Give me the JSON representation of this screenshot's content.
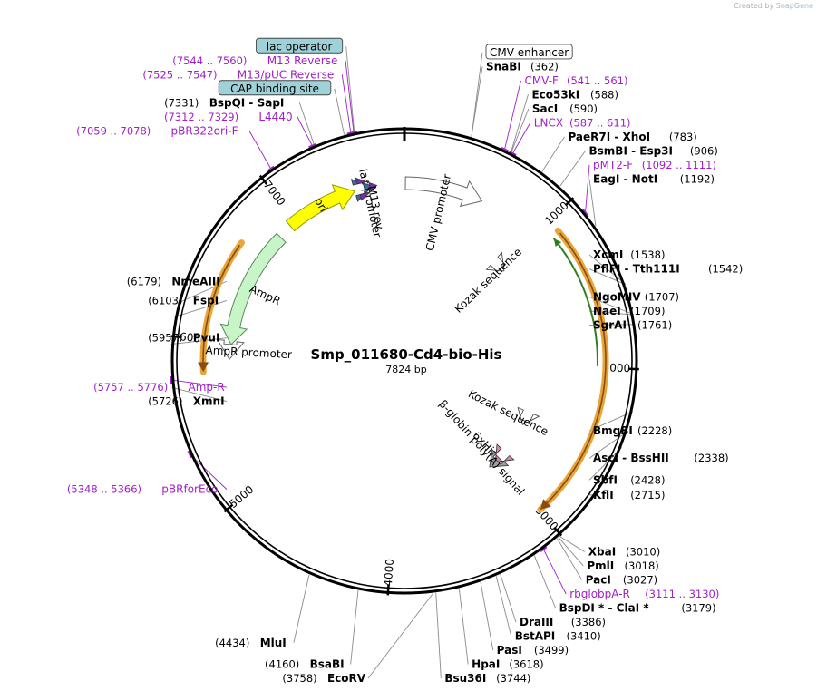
{
  "credit": {
    "prefix": "Created by",
    "brand": "SnapGene"
  },
  "plasmid": {
    "name": "Smp_011680-Cd4-bio-His",
    "length": "7824 bp",
    "total_bp": 7824
  },
  "ticks": [
    "1000",
    "2000",
    "3000",
    "4000",
    "5000",
    "6000",
    "7000"
  ],
  "features": [
    {
      "label": "CMV promoter",
      "kind": "promoter-arrow",
      "start": 7,
      "end": 562
    },
    {
      "label": "Kozak sequence",
      "kind": "small-box",
      "start": 1002,
      "end": 1012
    },
    {
      "label": "Kozak sequence",
      "kind": "small-box",
      "start": 2532,
      "end": 2542
    },
    {
      "label": "6xHis",
      "kind": "small-box",
      "start": 2950,
      "end": 2970
    },
    {
      "label": "β-globin poly(A) signal",
      "kind": "small-box",
      "start": 2980,
      "end": 3040
    },
    {
      "label": "AmpR promoter",
      "kind": "promoter-arrow",
      "start": 5880,
      "end": 5985
    },
    {
      "label": "AmpR",
      "kind": "cds-arrow",
      "start": 5985,
      "end": 6845
    },
    {
      "label": "ori",
      "kind": "origin-arrow",
      "start": 6950,
      "end": 7470
    },
    {
      "label": "lac promoter",
      "kind": "small-box",
      "start": 7540,
      "end": 7570
    },
    {
      "label": "M13 rev",
      "kind": "small-box",
      "start": 7580,
      "end": 7600
    }
  ],
  "orfs": [
    {
      "start": 1080,
      "end": 2990,
      "color": "#e8a53a"
    },
    {
      "start": 5800,
      "end": 6650,
      "color": "#e8a53a"
    }
  ],
  "inner_cds": {
    "start": 1100,
    "end": 1990,
    "color": "#2e7d1e"
  },
  "right_labels": [
    {
      "name": "CMV enhancer",
      "boxed": "plain",
      "bp": 362
    },
    {
      "name": "SnaBI",
      "pos": "(362)",
      "bp": 362
    },
    {
      "name": "CMV-F",
      "pos": "(541 .. 561)",
      "primer": true,
      "bp": 551
    },
    {
      "name": "LNCX",
      "pos": "(587 .. 611)",
      "primer": true,
      "bp": 599
    },
    {
      "name": "Eco53kI",
      "pos": "(588)",
      "bp": 588
    },
    {
      "name": "SacI",
      "pos": "(590)",
      "bp": 590
    },
    {
      "name": "PaeR7I - XhoI",
      "pos": "(783)",
      "bp": 783
    },
    {
      "name": "BsmBI - Esp3I",
      "pos": "(906)",
      "bp": 906
    },
    {
      "name": "pMT2-F",
      "pos": "(1092 .. 1111)",
      "primer": true,
      "bp": 1101
    },
    {
      "name": "EagI - NotI",
      "pos": "(1192)",
      "bp": 1192
    },
    {
      "name": "XcmI",
      "pos": "(1538)",
      "bp": 1538
    },
    {
      "name": "PflFI - Tth111I",
      "pos": "(1542)",
      "bp": 1542
    },
    {
      "name": "NgoMIV",
      "pos": "(1707)",
      "bp": 1707
    },
    {
      "name": "NaeI",
      "pos": "(1709)",
      "bp": 1709
    },
    {
      "name": "SgrAI",
      "pos": "(1761)",
      "bp": 1761
    },
    {
      "name": "BmgBI",
      "pos": "(2228)",
      "bp": 2228
    },
    {
      "name": "AscI - BssHII",
      "pos": "(2338)",
      "bp": 2338
    },
    {
      "name": "SbfI",
      "pos": "(2428)",
      "bp": 2428
    },
    {
      "name": "KflI",
      "pos": "(2715)",
      "bp": 2715
    },
    {
      "name": "XbaI",
      "pos": "(3010)",
      "bp": 3010
    },
    {
      "name": "PmlI",
      "pos": "(3018)",
      "bp": 3018
    },
    {
      "name": "PacI",
      "pos": "(3027)",
      "bp": 3027
    },
    {
      "name": "rbglobpA-R",
      "pos": "(3111 .. 3130)",
      "primer": true,
      "bp": 3120
    },
    {
      "name": "BspDI * - ClaI *",
      "pos": "(3179)",
      "bp": 3179
    },
    {
      "name": "DraIII",
      "pos": "(3386)",
      "bp": 3386
    },
    {
      "name": "BstAPI",
      "pos": "(3410)",
      "bp": 3410
    },
    {
      "name": "PasI",
      "pos": "(3499)",
      "bp": 3499
    },
    {
      "name": "HpaI",
      "pos": "(3618)",
      "bp": 3618
    },
    {
      "name": "Bsu36I",
      "pos": "(3744)",
      "bp": 3744
    }
  ],
  "left_labels": [
    {
      "name": "EcoRV",
      "pos": "(3758)",
      "bp": 3758
    },
    {
      "name": "BsaBI",
      "pos": "(4160)",
      "bp": 4160
    },
    {
      "name": "MluI",
      "pos": "(4434)",
      "bp": 4434
    },
    {
      "name": "pBRforEco",
      "pos": "(5348 .. 5366)",
      "primer": true,
      "bp": 5357
    },
    {
      "name": "XmnI",
      "pos": "(5726)",
      "bp": 5726
    },
    {
      "name": "Amp-R",
      "pos": "(5757 .. 5776)",
      "primer": true,
      "bp": 5766
    },
    {
      "name": "PvuI",
      "pos": "(5957)",
      "bp": 5957
    },
    {
      "name": "FspI",
      "pos": "(6103)",
      "bp": 6103
    },
    {
      "name": "NmeAIII",
      "pos": "(6179)",
      "bp": 6179
    },
    {
      "name": "pBR322ori-F",
      "pos": "(7059 .. 7078)",
      "primer": true,
      "bp": 7068
    },
    {
      "name": "L4440",
      "pos": "(7312 .. 7329)",
      "primer": true,
      "bp": 7320
    },
    {
      "name": "BspQI - SapI",
      "pos": "(7331)",
      "bp": 7331
    },
    {
      "name": "CAP binding site",
      "boxed": "teal",
      "bp": 7500
    },
    {
      "name": "M13/pUC Reverse",
      "pos": "(7525 .. 7547)",
      "primer": true,
      "bp": 7536
    },
    {
      "name": "lac operator",
      "boxed": "teal",
      "bp": 7555
    },
    {
      "name": "M13 Reverse",
      "pos": "(7544 .. 7560)",
      "primer": true,
      "bp": 7552
    }
  ],
  "colors": {
    "primer": "#a020c8",
    "enzyme": "#000000",
    "box_teal": "#9fd1d8",
    "ori": "#ffff00",
    "ampr": "#c8f5c8"
  }
}
